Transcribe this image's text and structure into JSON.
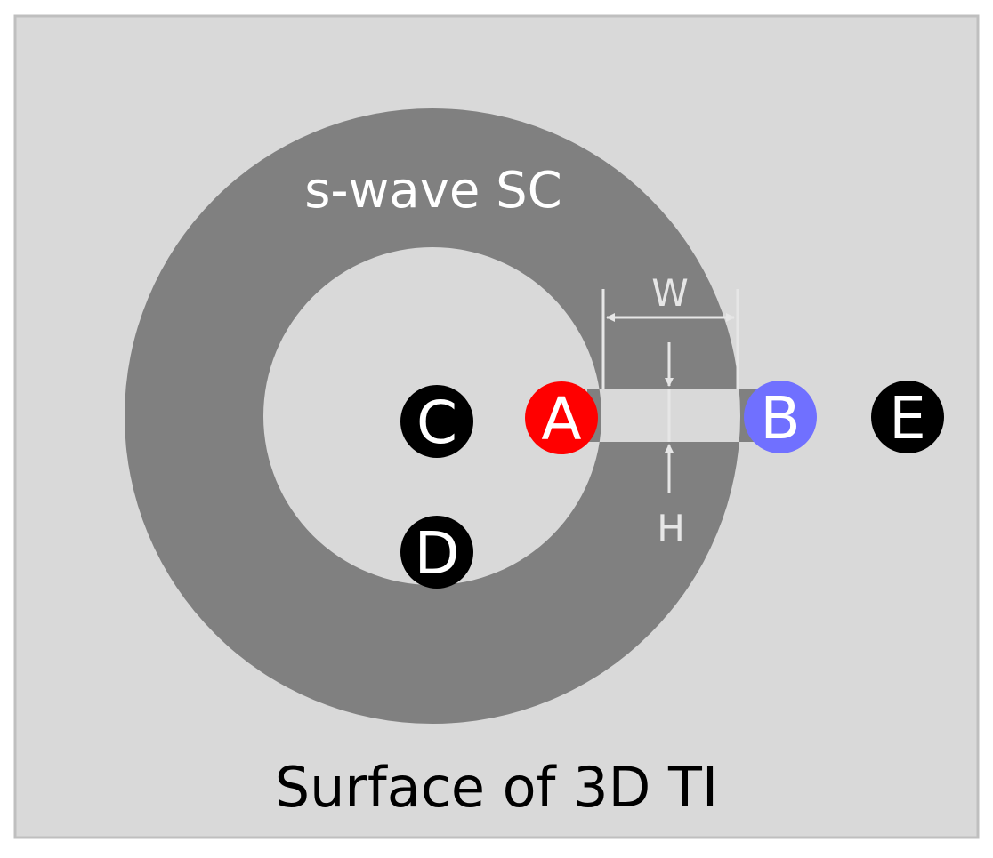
{
  "colors": {
    "surface": "#d9d9d9",
    "surface_border": "#bfbfbf",
    "superconductor": "#808080",
    "annotation": "#e6e6e6",
    "point_A": "#ff0000",
    "point_B": "#7070ff",
    "point_dark": "#000000",
    "point_text": "#ffffff",
    "caption_text": "#000000",
    "sc_text": "#ffffff"
  },
  "labels": {
    "superconductor": "s-wave SC",
    "surface": "Surface of 3D TI",
    "width_dimension": "W",
    "height_dimension": "H"
  },
  "points": {
    "A": "A",
    "B": "B",
    "C": "C",
    "D": "D",
    "E": "E"
  }
}
